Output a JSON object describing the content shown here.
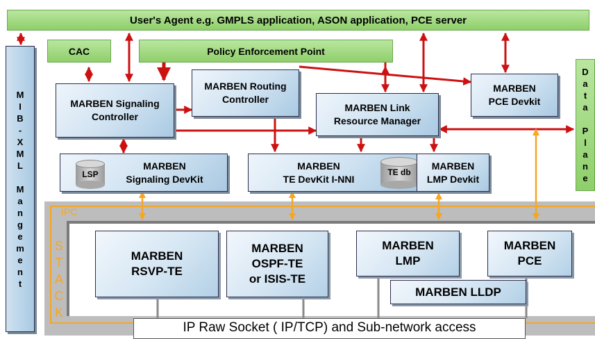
{
  "top_bar": "User's Agent e.g. GMPLS application, ASON application, PCE server",
  "left_bar": [
    "M",
    "I",
    "B",
    "-",
    "X",
    "M",
    "L",
    "",
    "M",
    "a",
    "n",
    "g",
    "e",
    "m",
    "e",
    "n",
    "t"
  ],
  "right_bar": [
    "D",
    "a",
    "t",
    "a",
    "",
    "P",
    "l",
    "a",
    "n",
    "e"
  ],
  "cac": "CAC",
  "policy": "Policy Enforcement Point",
  "signaling_controller": "MARBEN Signaling\nController",
  "routing_controller": "MARBEN Routing\nController",
  "link_resource_manager": "MARBEN Link\nResource Manager",
  "pce_devkit": "MARBEN\nPCE Devkit",
  "signaling_devkit": "MARBEN\nSignaling DevKit",
  "lsp": "LSP",
  "te_devkit": "MARBEN\nTE DevKit  I-NNI",
  "te_db": "TE db",
  "lmp_devkit": "MARBEN\nLMP Devkit",
  "ipc": "IPC",
  "stack": [
    "S",
    "T",
    "A",
    "C",
    "K"
  ],
  "rsvp": "MARBEN\nRSVP-TE",
  "ospf": "MARBEN\nOSPF-TE\nor ISIS-TE",
  "lmp": "MARBEN\nLMP",
  "pce": "MARBEN\nPCE",
  "lldp": "MARBEN LLDP",
  "bottom_bar": "IP Raw Socket ( IP/TCP) and Sub-network access",
  "colors": {
    "red_arrow": "#cc1111",
    "orange_arrow": "#f5a623",
    "green_box": "#9ad67a",
    "blue_box": "#cfe2f1"
  }
}
